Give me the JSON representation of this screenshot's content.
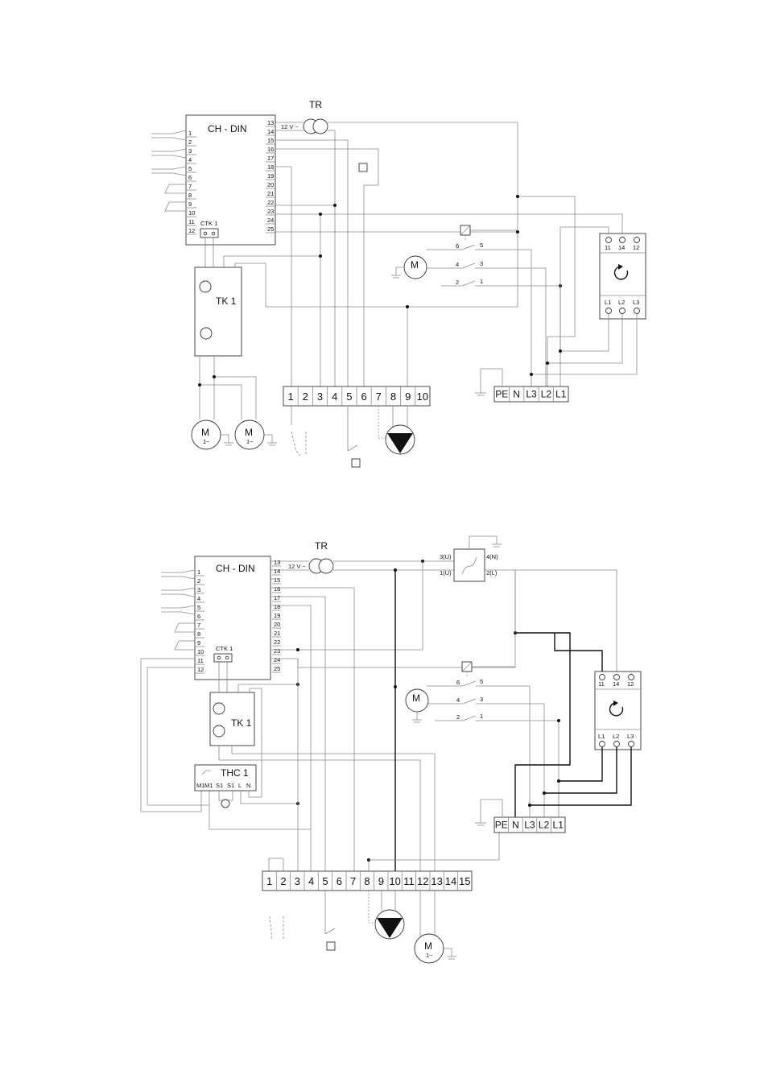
{
  "diagram1": {
    "transformer": {
      "label": "TR",
      "voltage": "12 V ~"
    },
    "controller": {
      "label": "CH - DIN",
      "left_pins": [
        "1",
        "2",
        "3",
        "4",
        "5",
        "6",
        "7",
        "8",
        "9",
        "10",
        "11",
        "12"
      ],
      "right_pins": [
        "13",
        "14",
        "15",
        "16",
        "17",
        "18",
        "19",
        "20",
        "21",
        "22",
        "23",
        "24",
        "25"
      ],
      "ctk_label": "CTK 1"
    },
    "thermostat": {
      "label": "TK 1"
    },
    "motor_small": {
      "label": "M"
    },
    "motors": [
      {
        "label": "M",
        "sub": "1~"
      },
      {
        "label": "M",
        "sub": "1~"
      }
    ],
    "contactor_pins": [
      "6",
      "5",
      "4",
      "3",
      "2",
      "1"
    ],
    "relay": {
      "top_pins": [
        "11",
        "14",
        "12"
      ],
      "bottom_pins": [
        "L1",
        "L2",
        "L3"
      ]
    },
    "terminals": [
      "1",
      "2",
      "3",
      "4",
      "5",
      "6",
      "7",
      "8",
      "9",
      "10"
    ],
    "power_terminals": [
      "PE",
      "N",
      "L3",
      "L2",
      "L1"
    ]
  },
  "diagram2": {
    "transformer": {
      "label": "TR",
      "voltage": "12 V ~"
    },
    "controller": {
      "label": "CH - DIN",
      "left_pins": [
        "1",
        "2",
        "3",
        "4",
        "5",
        "6",
        "7",
        "8",
        "9",
        "10",
        "11",
        "12"
      ],
      "right_pins": [
        "13",
        "14",
        "15",
        "16",
        "17",
        "18",
        "19",
        "20",
        "21",
        "22",
        "23",
        "24",
        "25"
      ],
      "ctk_label": "CTK 1"
    },
    "thermostat": {
      "label": "TK 1"
    },
    "thc": {
      "label": "THC 1",
      "pins": [
        "M1",
        "M1",
        "S1",
        "S1",
        "L",
        "N"
      ]
    },
    "fan_unit": {
      "left_pins": [
        "3(U)",
        "1(U)"
      ],
      "right_pins": [
        "4(N)",
        "2(L)"
      ]
    },
    "motor_small": {
      "label": "M"
    },
    "motor_big": {
      "label": "M",
      "sub": "1~"
    },
    "contactor_pins": [
      "6",
      "5",
      "4",
      "3",
      "2",
      "1"
    ],
    "relay": {
      "top_pins": [
        "11",
        "14",
        "12"
      ],
      "bottom_pins": [
        "L1",
        "L2",
        "L3"
      ]
    },
    "terminals": [
      "1",
      "2",
      "3",
      "4",
      "5",
      "6",
      "7",
      "8",
      "9",
      "10",
      "11",
      "12",
      "13",
      "14",
      "15"
    ],
    "power_terminals": [
      "PE",
      "N",
      "L3",
      "L2",
      "L1"
    ]
  }
}
